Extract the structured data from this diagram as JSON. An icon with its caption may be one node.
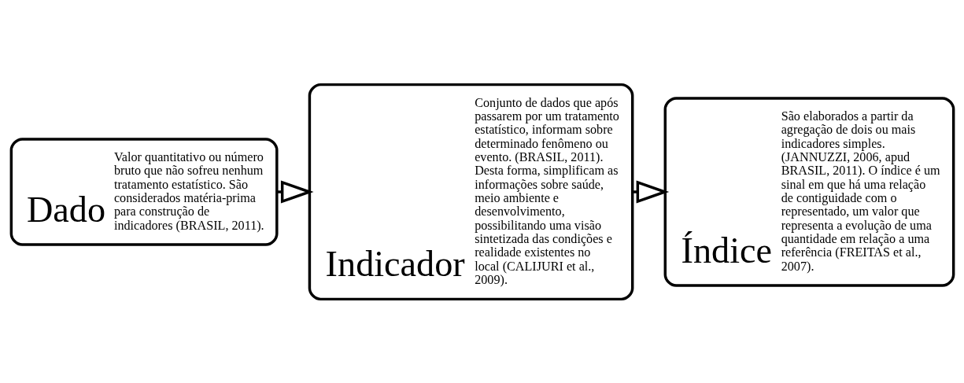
{
  "diagram": {
    "nodes": [
      {
        "text": [
          "Dado",
          "Valor quantitativo ou número bruto que não sofreu nenhum tratamento estatístico. São considerados matéria-prima para construção de indicadores (BRASIL, 2011)."
        ]
      },
      {
        "text": [
          "Indicador",
          "Conjunto de dados que após passarem por um tratamento estatístico, informam sobre determinado fenômeno ou evento. (BRASIL, 2011). Desta forma, simplificam as informações sobre saúde, meio ambiente e desenvolvimento, possibilitando uma visão sintetizada das condições e realidade existentes no local (CALIJURI et al., 2009)."
        ]
      },
      {
        "text": [
          "Índice",
          "São elaborados a partir da agregação de dois ou mais indicadores simples. (JANNUZZI, 2006, apud BRASIL, 2011). O índice é um sinal em que há uma relação de contiguidade com o representado, um valor que representa a evolução de uma quantidade em relação a uma referência (FREITAS et al., 2007)."
        ]
      }
    ],
    "edges": [
      {
        "from": 0,
        "to": 1,
        "arrow": "to"
      },
      {
        "from": 1,
        "to": 2,
        "arrow": "to"
      }
    ]
  }
}
